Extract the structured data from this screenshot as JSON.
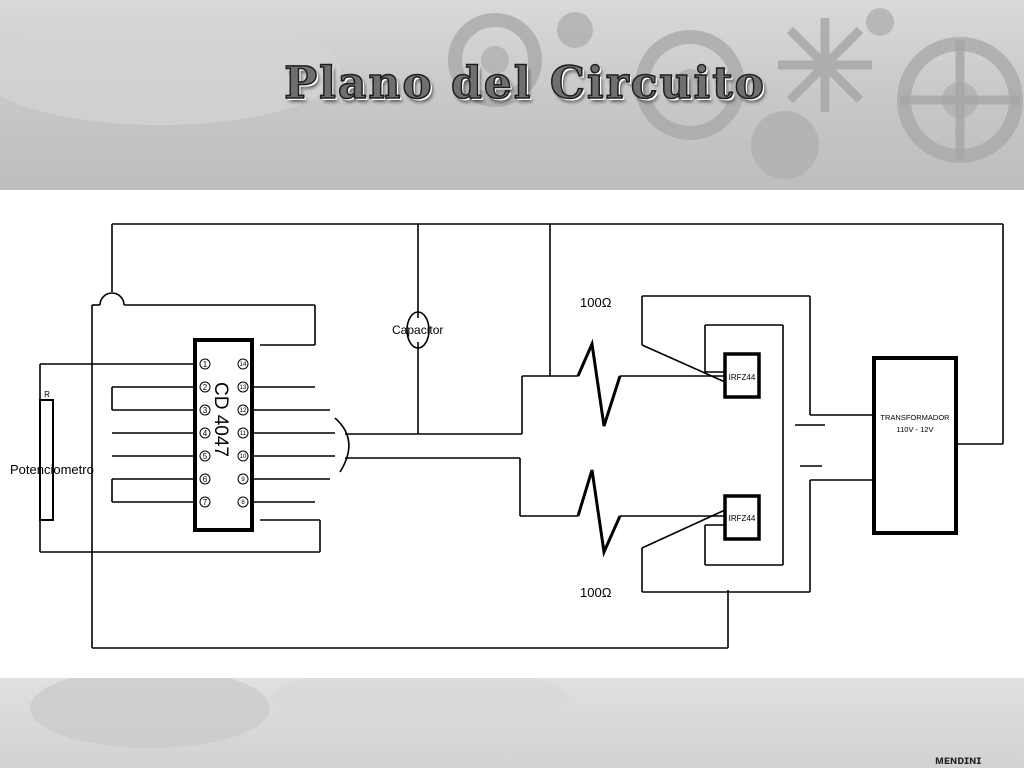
{
  "slide": {
    "title": "Plano del Circuito"
  },
  "diagram": {
    "chip_label": "CD 4047",
    "chip_pins_left": [
      "1",
      "2",
      "3",
      "4",
      "5",
      "6",
      "7"
    ],
    "chip_pins_right": [
      "14",
      "13",
      "12",
      "11",
      "10",
      "9",
      "8"
    ],
    "capacitor_label": "Capacitor",
    "potentiometer_label": "Potenciometro",
    "potentiometer_marker": "R",
    "resistor_top_label": "100Ω",
    "resistor_bottom_label": "100Ω",
    "mosfet_top_label": "IRFZ44",
    "mosfet_bottom_label": "IRFZ44",
    "transformer_label_line1": "TRANSFORMADOR",
    "transformer_label_line2": "110V - 12V"
  },
  "footer": {
    "corner_text": "ᴍᴇɴᴅɪɴɪ"
  }
}
